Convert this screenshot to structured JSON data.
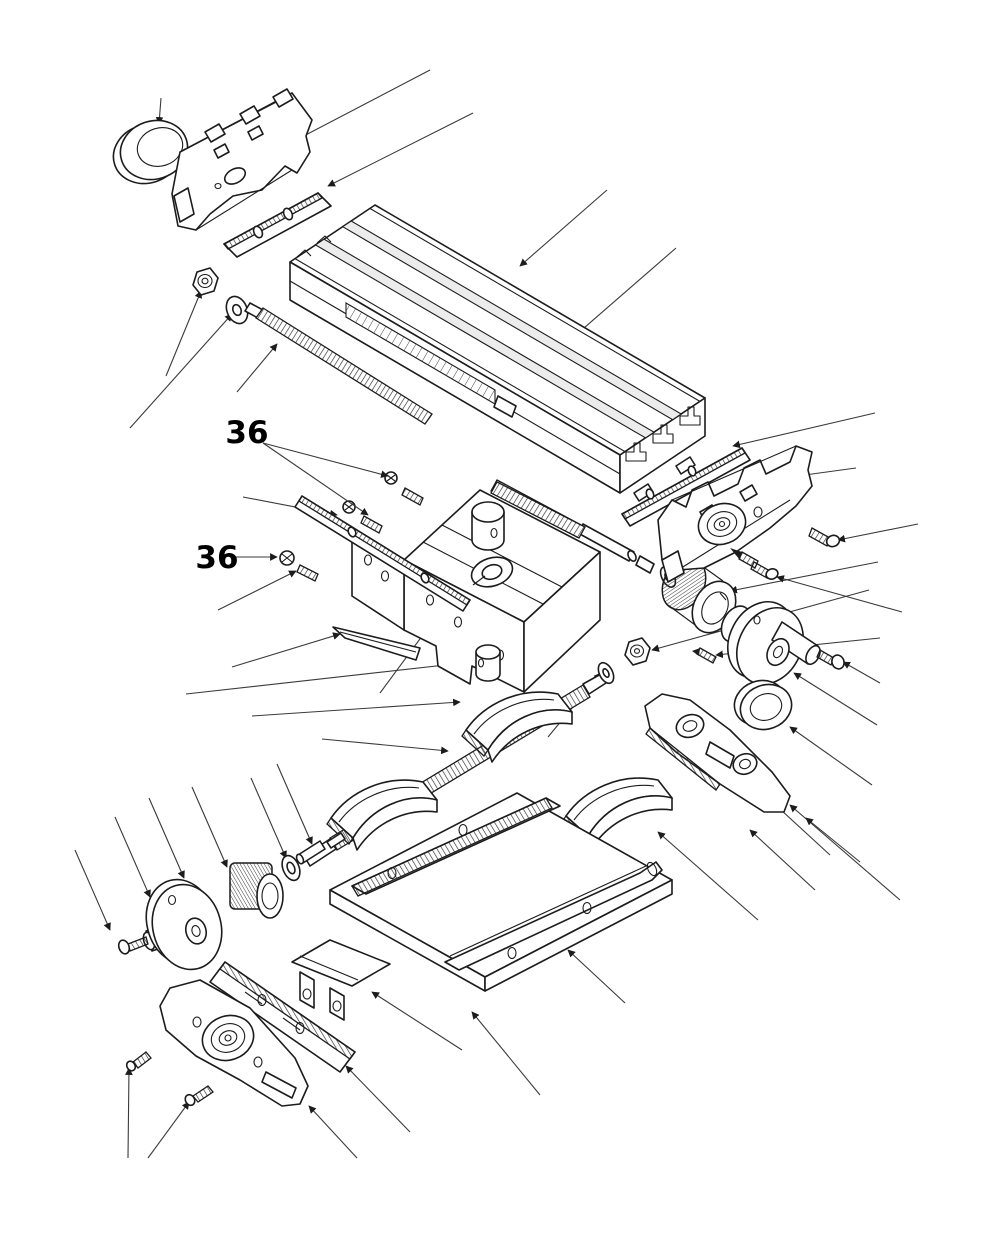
{
  "diagram": {
    "description": "Exploded-view parts diagram of a cross-slide milling table assembly",
    "labels": [
      {
        "text": "36"
      },
      {
        "text": "36"
      }
    ]
  },
  "colors": {
    "background": "#ffffff",
    "line": "#1c1c1c",
    "leader_line": "#3a3a3a",
    "label_text": "#000000"
  }
}
